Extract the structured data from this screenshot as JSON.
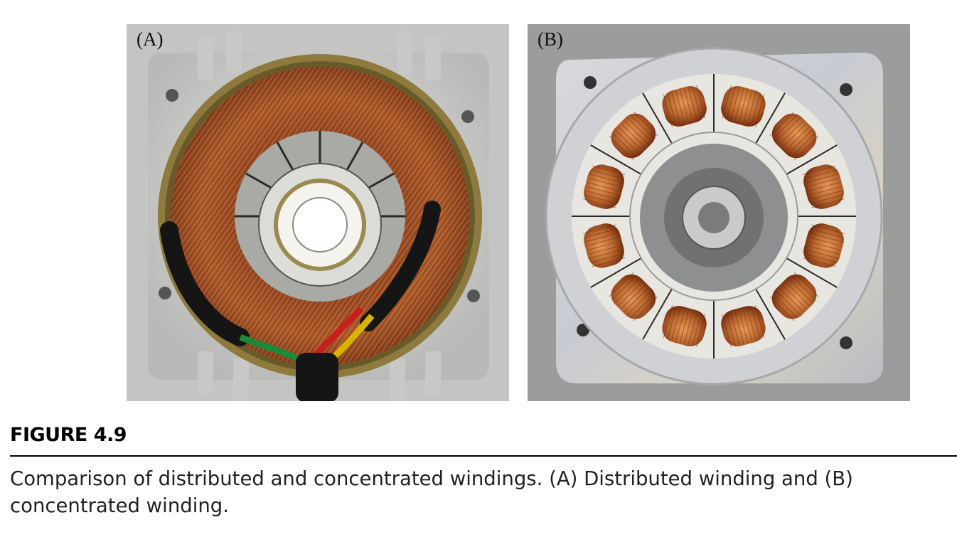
{
  "figure": {
    "label": "FIGURE 4.9",
    "caption": "Comparison of distributed and concentrated windings. (A) Distributed winding and (B) concentrated winding."
  },
  "panels": [
    {
      "label": "(A)",
      "subject": "distributed winding stator photo"
    },
    {
      "label": "(B)",
      "subject": "concentrated winding stator photo"
    }
  ],
  "colors": {
    "copper": "#b8662e",
    "aluminum": "#d6d6d4",
    "bobbin": "#e8e6e0",
    "wire_red": "#c81e1e",
    "wire_yellow": "#d8b400",
    "wire_green": "#1a8a3a",
    "sleeve": "#151515"
  }
}
